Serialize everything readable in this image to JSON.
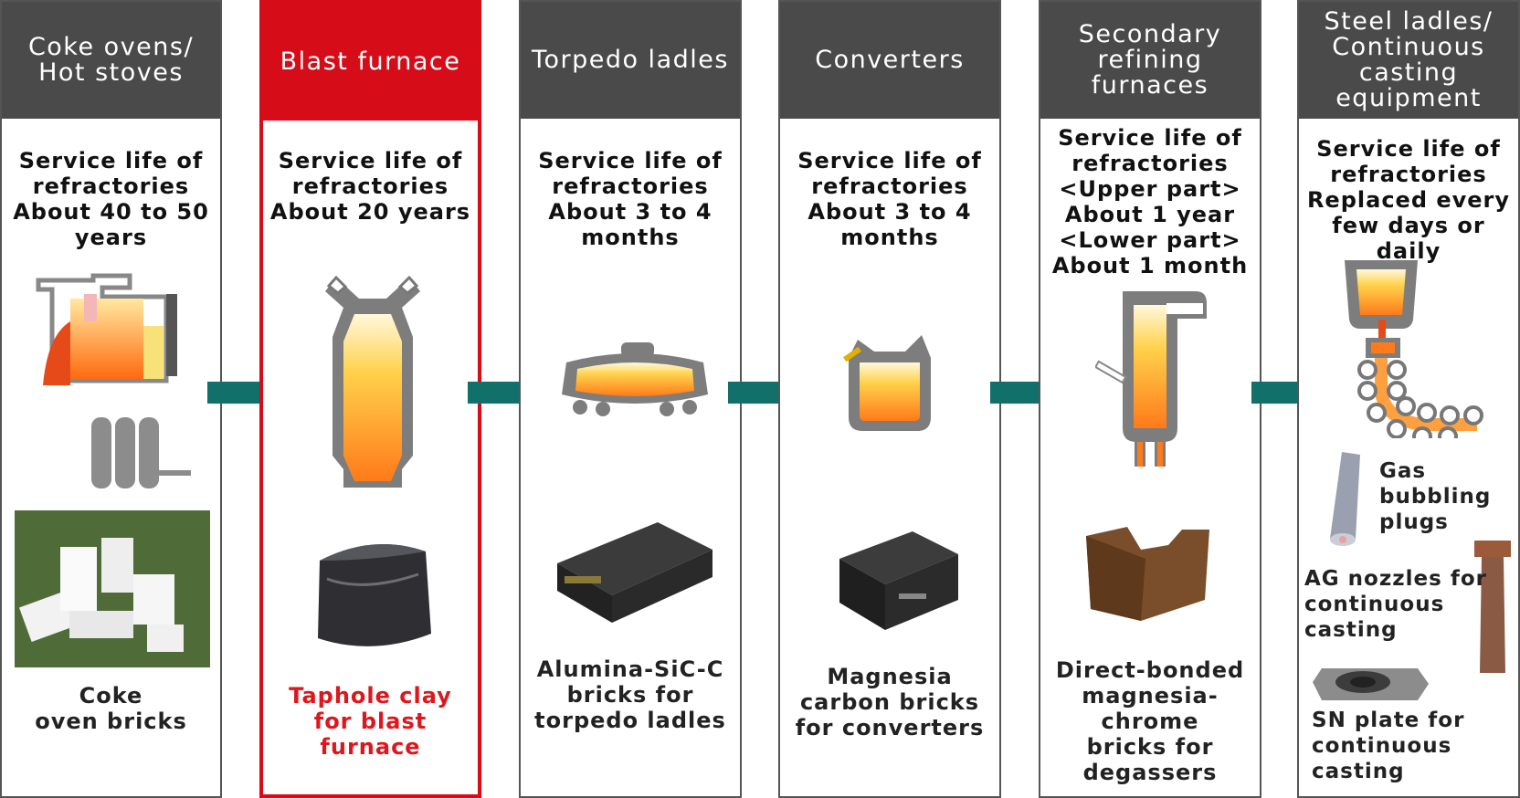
{
  "stages": [
    {
      "title": "Coke ovens/\nHot stoves",
      "life": "Service life of\nrefractories\nAbout 40 to 50\nyears",
      "product": "Coke\noven bricks"
    },
    {
      "title": "Blast furnace",
      "life": "Service life of\nrefractories\nAbout 20 years",
      "product": "Taphole clay\nfor blast furnace"
    },
    {
      "title": "Torpedo ladles",
      "life": "Service life of\nrefractories\nAbout 3 to 4\nmonths",
      "product": "Alumina-SiC-C\nbricks for\ntorpedo ladles"
    },
    {
      "title": "Converters",
      "life": "Service life of\nrefractories\nAbout 3 to 4\nmonths",
      "product": "Magnesia\ncarbon bricks\nfor converters"
    },
    {
      "title": "Secondary\nrefining\nfurnaces",
      "life": "Service life of\nrefractories\n<Upper part>\nAbout 1 year\n<Lower part>\nAbout 1 month",
      "product": "Direct-bonded\nmagnesia-chrome\nbricks for\ndegassers"
    },
    {
      "title": "Steel ladles/\nContinuous\ncasting\nequipment",
      "life": "Service life of\nrefractories\nReplaced every\nfew days or daily",
      "products": [
        "Gas\nbubbling\nplugs",
        "AG nozzles for\ncontinuous\ncasting",
        "SN plate for\ncontinuous\ncasting"
      ]
    }
  ],
  "colors": {
    "header": "#4a4a4a",
    "highlight": "#d60c18",
    "arrow": "#12706b",
    "refractory": "#7a7a7a"
  }
}
